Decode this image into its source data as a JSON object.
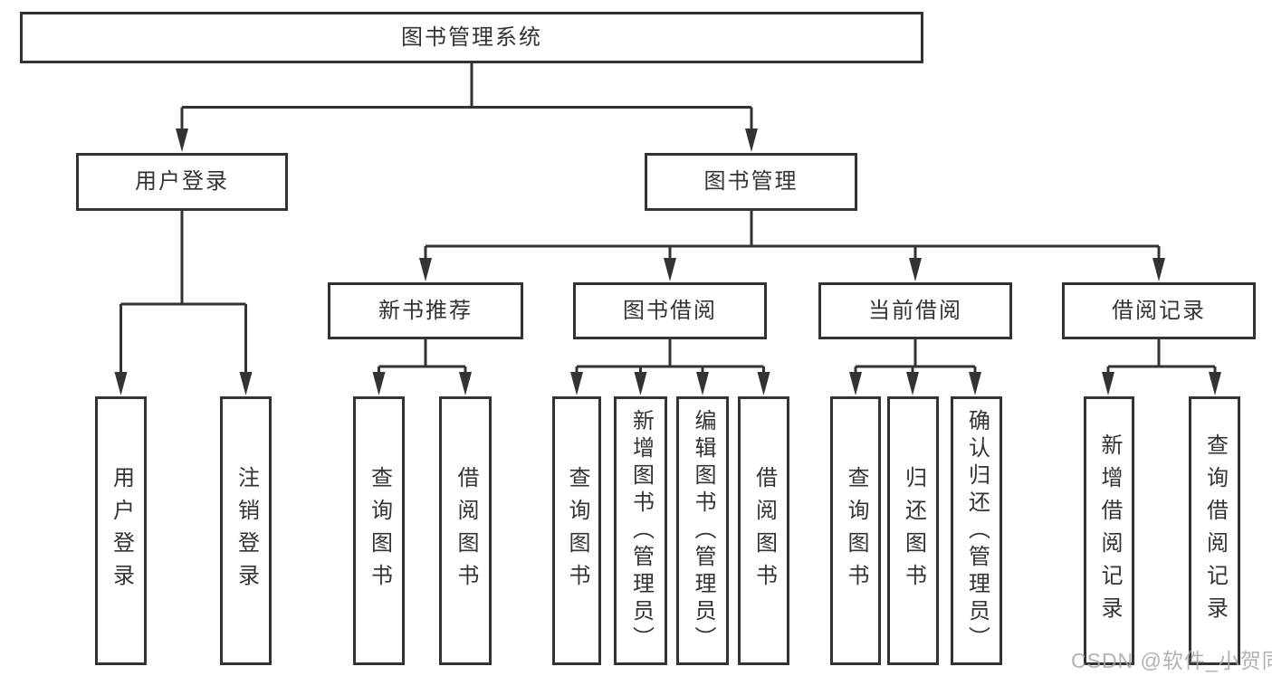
{
  "colors": {
    "line": "#333333",
    "box_border": "#333333",
    "text": "#333333",
    "background": "#ffffff",
    "watermark": "#a5a5a5"
  },
  "tree": {
    "root": {
      "label": "图书管理系统"
    },
    "branches": [
      {
        "label": "用户登录",
        "children": [
          {
            "label": "用户登录"
          },
          {
            "label": "注销登录"
          }
        ]
      },
      {
        "label": "图书管理",
        "children": [
          {
            "label": "新书推荐",
            "children": [
              {
                "label": "查询图书"
              },
              {
                "label": "借阅图书"
              }
            ]
          },
          {
            "label": "图书借阅",
            "children": [
              {
                "label": "查询图书"
              },
              {
                "label": "新增图书（管理员）"
              },
              {
                "label": "编辑图书（管理员）"
              },
              {
                "label": "借阅图书"
              }
            ]
          },
          {
            "label": "当前借阅",
            "children": [
              {
                "label": "查询图书"
              },
              {
                "label": "归还图书"
              },
              {
                "label": "确认归还（管理员）"
              }
            ]
          },
          {
            "label": "借阅记录",
            "children": [
              {
                "label": "新增借阅记录"
              },
              {
                "label": "查询借阅记录"
              }
            ]
          }
        ]
      }
    ]
  },
  "watermark": {
    "text": "CSDN @软件_小贺同学"
  }
}
